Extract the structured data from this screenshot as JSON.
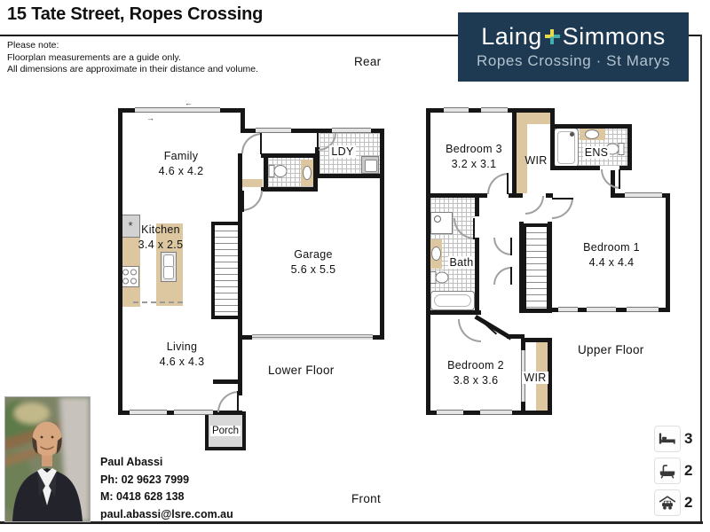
{
  "header": {
    "title": "15 Tate Street, Ropes Crossing",
    "note1": "Please note:",
    "note2": "Floorplan measurements are a guide only.",
    "note3": "All dimensions are approximate in their distance and volume."
  },
  "logo": {
    "brand_left": "Laing",
    "brand_right": "Simmons",
    "subtitle": "Ropes Crossing · St Marys"
  },
  "orientation": {
    "rear": "Rear",
    "front": "Front"
  },
  "lower": {
    "label": "Lower Floor",
    "rooms": {
      "family": {
        "name": "Family",
        "dims": "4.6 x 4.2"
      },
      "kitchen": {
        "name": "Kitchen",
        "dims": "3.4 x 2.5"
      },
      "living": {
        "name": "Living",
        "dims": "4.6 x 4.3"
      },
      "garage": {
        "name": "Garage",
        "dims": "5.6 x 5.5"
      },
      "laundry": {
        "name": "LDY"
      },
      "porch": {
        "name": "Porch"
      }
    }
  },
  "upper": {
    "label": "Upper Floor",
    "rooms": {
      "bedroom3": {
        "name": "Bedroom 3",
        "dims": "3.2 x 3.1"
      },
      "wir_top": {
        "name": "WIR"
      },
      "ensuite": {
        "name": "ENS"
      },
      "bedroom1": {
        "name": "Bedroom 1",
        "dims": "4.4 x 4.4"
      },
      "bath": {
        "name": "Bath"
      },
      "bedroom2": {
        "name": "Bedroom 2",
        "dims": "3.8 x 3.6"
      },
      "wir_bottom": {
        "name": "WIR"
      }
    }
  },
  "agent": {
    "name": "Paul Abassi",
    "phone": "Ph: 02 9623 7999",
    "mobile": "M: 0418 628 138",
    "email": "paul.abassi@lsre.com.au"
  },
  "stats": {
    "bedrooms": "3",
    "bathrooms": "2",
    "cars": "2"
  },
  "icons": {
    "bedrooms": "bed-icon",
    "bathrooms": "bathtub-icon",
    "cars": "car-garage-icon"
  },
  "colors": {
    "logo_navy": "#1d3a52",
    "logo_subtitle": "#b4c2cd",
    "plus_yellow": "#e8d84b",
    "plus_teal": "#3fb0ad",
    "wall": "#161616",
    "tan": "#ddc7a0",
    "tile_line": "#c0c0c0",
    "porch_fill": "#d8d8d8"
  }
}
